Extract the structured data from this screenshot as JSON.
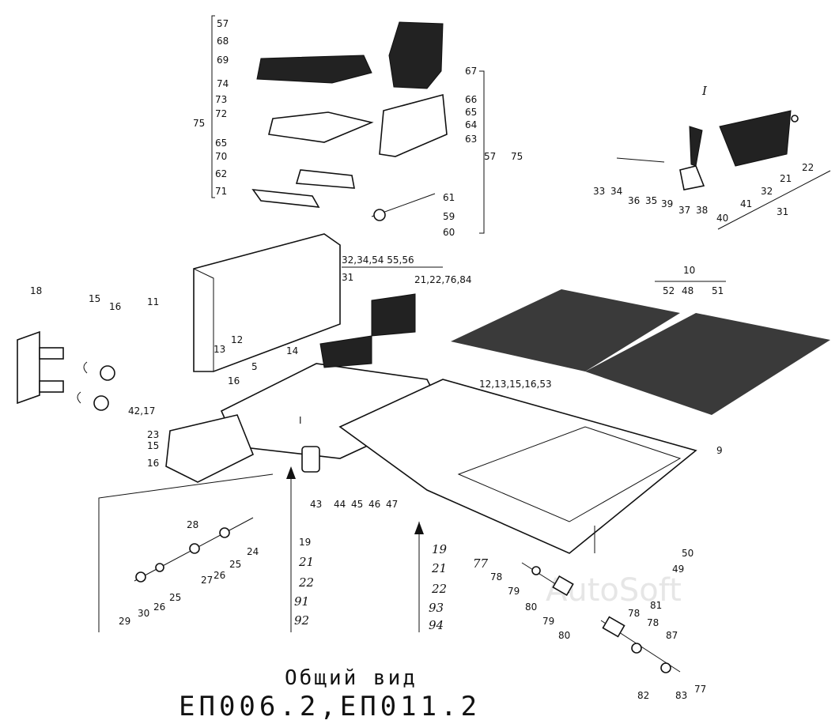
{
  "drawing": {
    "title_line1": "Общий вид",
    "title_line2": "ЕП006.2,ЕП011.2",
    "watermark": "AutoSoft",
    "detail_mark": "I",
    "callouts": [
      "57",
      "68",
      "69",
      "74",
      "73",
      "72",
      "75",
      "65",
      "70",
      "62",
      "71",
      "67",
      "66",
      "65",
      "64",
      "63",
      "57",
      "75",
      "61",
      "59",
      "60",
      "32,34,54 55,56",
      "31",
      "21,22,76,84",
      "10",
      "52",
      "48",
      "51",
      "18",
      "15",
      "16",
      "11",
      "12",
      "13",
      "14",
      "5",
      "16",
      "42,17",
      "23",
      "15",
      "16",
      "43",
      "44",
      "45",
      "46",
      "47",
      "12,13,15,16,53",
      "9",
      "I",
      "33",
      "34",
      "36",
      "35",
      "39",
      "37",
      "38",
      "40",
      "41",
      "32",
      "21",
      "22",
      "31",
      "28",
      "24",
      "25",
      "26",
      "27",
      "29",
      "30",
      "26",
      "25",
      "19",
      "21",
      "22",
      "91",
      "92",
      "19",
      "21",
      "22",
      "93",
      "94",
      "77",
      "78",
      "79",
      "80",
      "79",
      "80",
      "81",
      "78",
      "78",
      "87",
      "82",
      "83",
      "77",
      "50",
      "49"
    ]
  }
}
